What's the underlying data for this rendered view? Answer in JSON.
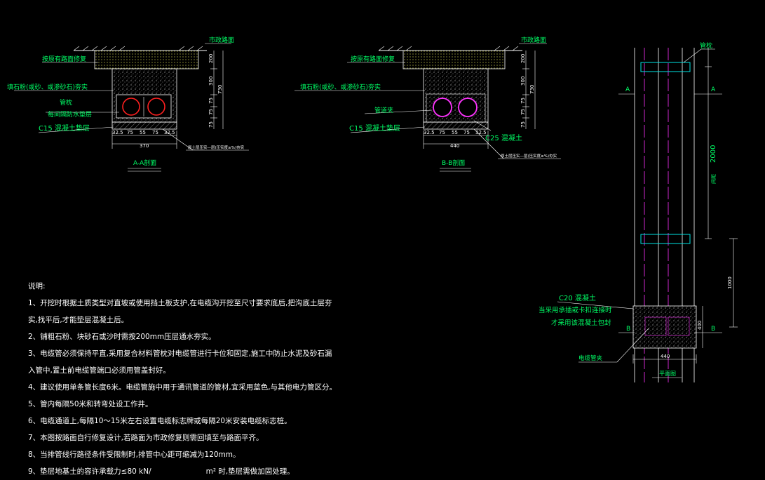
{
  "colors": {
    "background": "#000000",
    "label_green": "#00ff66",
    "line_white": "#ffffff",
    "pipe_red": "#ff2020",
    "cyan": "#00e5e5",
    "magenta": "#ff33ff",
    "yellow": "#ffff00"
  },
  "section_a": {
    "top_label": "市政路面",
    "surface_label": "按原有路面修复",
    "fill_label": "填石粉(或砂、或渗砂石)夯实",
    "pipe_label": "管枕",
    "protect_label": "每间隔防水垫层",
    "base_label": "C15 混凝土垫层",
    "dims_bottom": [
      "32.5",
      "75",
      "55",
      "75",
      "32.5"
    ],
    "width_total": "370",
    "dims_right": [
      "200",
      "300",
      "75",
      "75",
      "75"
    ],
    "height_total": "730",
    "note_label": "原土层压实—层(压实度≥%)夯实",
    "title": "A-A剖面"
  },
  "section_b": {
    "top_label": "市政路面",
    "surface_label": "按原有路面修复",
    "fill_label": "填石粉(或砂、或渗砂石)夯实",
    "pipe_label": "管道夹",
    "base_label": "C15 混凝土垫层",
    "concrete_label": "C25 混凝土",
    "dims_bottom": [
      "32.5",
      "75",
      "55",
      "75",
      "32.5"
    ],
    "width_total": "440",
    "dims_right": [
      "200",
      "300",
      "75",
      "75",
      "75"
    ],
    "height_total": "730",
    "note_label": "原土层压实—层(压实度≥%)夯实",
    "title": "B-B剖面"
  },
  "plan": {
    "pipe_label": "管枕",
    "length": "2000",
    "spacing": "1000",
    "section_a": "A",
    "section_b": "B",
    "concrete_label": "C20 混凝土",
    "note1": "当采用承插或卡扣连接时",
    "note2": "才采用该混凝土包封",
    "clamp_label": "电缆管夹",
    "width": "440",
    "height_label": "400",
    "side_label": "间距",
    "title": "平面图"
  },
  "notes": {
    "heading": "说明:",
    "items": [
      "1、开挖时根据土质类型对直坡或使用挡土板支护,在电缆沟开挖至尺寸要求底后,把沟底土层夯",
      "实,找平后,才能垫层混凝土后。",
      "2、铺粗石粉、块砂石或沙时需按200mm压层通水夯实。",
      "3、电缆管必须保持平直,采用复合材料管枕对电缆管进行卡位和固定,施工中防止水泥及砂石漏",
      "入管中,置土前电缆管端口必须用管盖封好。",
      "4、建议使用单条管长度6米。电缆管施中用于通讯管道的管材,宜采用蓝色,与其他电力管区分。",
      "5、管内每隔50米和转弯处设工作井。",
      "6、电缆通道上,每隔10～15米左右设置电缆标志牌或每隔20米安装电缆标志桩。",
      "7、本图按路面自行修复设计,若路面为市政修复则需回填至与路面平齐。",
      "8、当排管线行路径条件受限制时,排管中心距可缩减为120mm。",
      "9、垫层地基土的容许承载力≤80 kN/"
    ],
    "unit_tail": "m² 时,垫层需做加固处理。"
  }
}
